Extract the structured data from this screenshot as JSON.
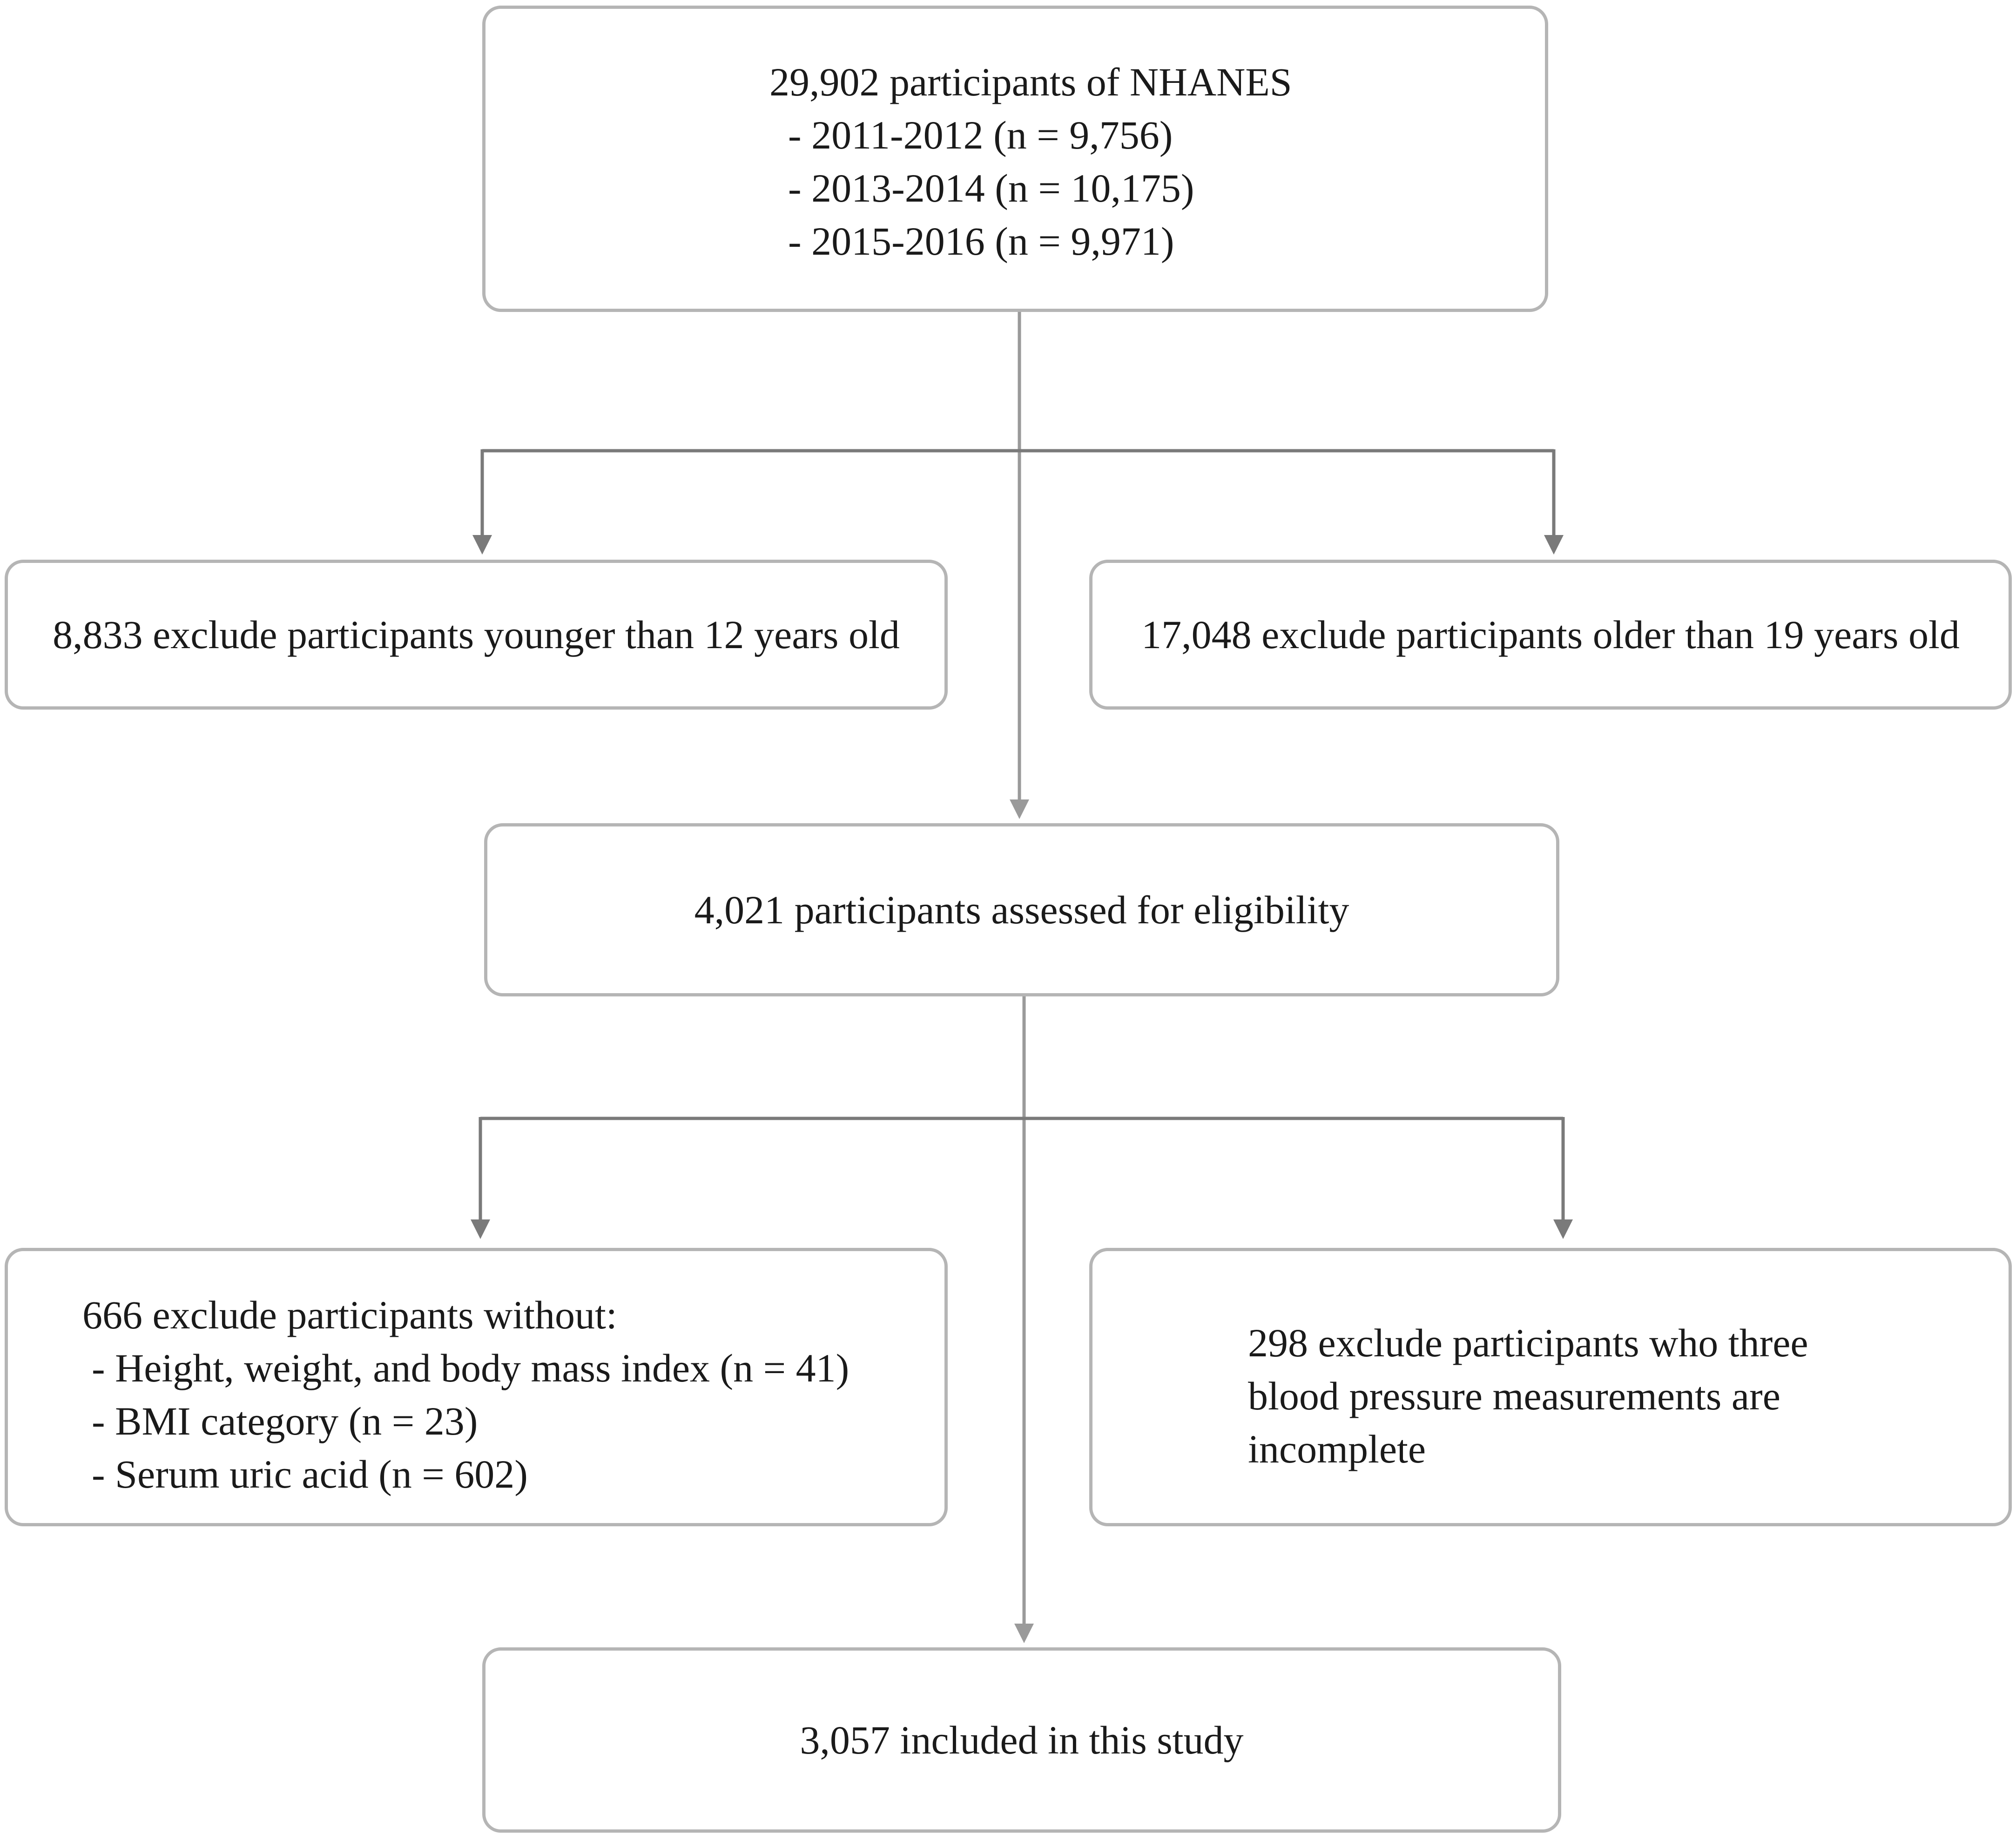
{
  "boxes": {
    "nhanes": {
      "title": "29,902 participants of NHANES",
      "items": [
        "- 2011-2012 (n = 9,756)",
        "- 2013-2014 (n = 10,175)",
        "- 2015-2016 (n = 9,971)"
      ]
    },
    "exclude_young": {
      "text": "8,833 exclude participants younger than 12 years old"
    },
    "exclude_old": {
      "text": "17,048 exclude participants older than 19 years old"
    },
    "eligibility": {
      "text": "4,021 participants assessed for eligibility"
    },
    "exclude_missing": {
      "title": "666 exclude participants without:",
      "items": [
        "- Height, weight, and body mass index (n = 41)",
        "- BMI category (n = 23)",
        "- Serum uric acid (n = 602)"
      ]
    },
    "exclude_bp": {
      "lines": [
        "298 exclude participants who three",
        "blood pressure measurements are",
        "incomplete"
      ]
    },
    "included": {
      "text": "3,057 included in this study"
    }
  },
  "colors": {
    "box_border": "#b5b5b5",
    "arrow_main": "#9a9a9a",
    "arrow_branch": "#7a7a7a",
    "text": "#1a1a1a"
  }
}
